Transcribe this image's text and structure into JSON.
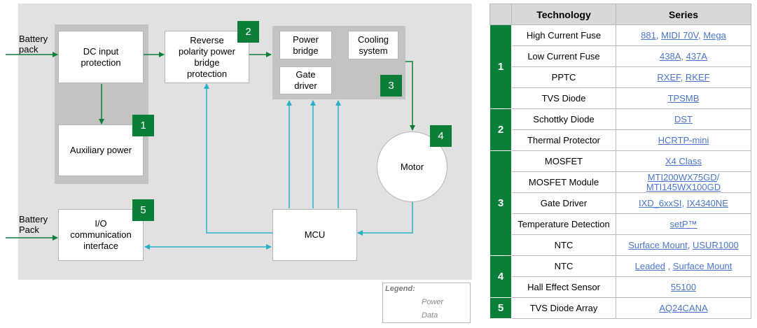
{
  "diagram": {
    "blocks": {
      "dc_input": "DC input\nprotection",
      "aux_power": "Auxiliary power",
      "reverse_polarity": "Reverse\npolarity power\nbridge\nprotection",
      "power_bridge": "Power\nbridge",
      "gate_driver": "Gate\ndriver",
      "cooling": "Cooling\nsystem",
      "motor": "Motor",
      "mcu": "MCU",
      "io_comm": "I/O\ncommunication\ninterface"
    },
    "inputs": {
      "battery_pack_1": "Battery\npack",
      "battery_pack_2": "Battery\nPack"
    },
    "badges": [
      "1",
      "2",
      "3",
      "4",
      "5"
    ],
    "legend": {
      "title": "Legend:",
      "power": "Power",
      "data": "Data",
      "power_color": "#0b7f3a",
      "data_color": "#2ab0c5"
    }
  },
  "table": {
    "headers": [
      "Technology",
      "Series"
    ],
    "accent_color": "#0b7f3a",
    "groups": [
      {
        "id": "1",
        "rows": [
          {
            "tech": "High Current Fuse",
            "series": [
              "881",
              "MIDI 70V",
              "Mega"
            ],
            "seps": [
              ", ",
              ", "
            ]
          },
          {
            "tech": "Low Current Fuse",
            "series": [
              "438A",
              "437A"
            ],
            "seps": [
              ", "
            ]
          },
          {
            "tech": "PPTC",
            "series": [
              "RXEF",
              "RKEF"
            ],
            "seps": [
              ", "
            ]
          },
          {
            "tech": "TVS Diode",
            "series": [
              "TPSMB"
            ],
            "seps": []
          }
        ]
      },
      {
        "id": "2",
        "rows": [
          {
            "tech": "Schottky Diode",
            "series": [
              "DST"
            ],
            "seps": []
          },
          {
            "tech": "Thermal Protector",
            "series": [
              "HCRTP-mini"
            ],
            "seps": []
          }
        ]
      },
      {
        "id": "3",
        "rows": [
          {
            "tech": "MOSFET",
            "series": [
              "X4 Class"
            ],
            "seps": []
          },
          {
            "tech": "MOSFET Module",
            "series": [
              "MTI200WX75GD",
              "MTI145WX100GD"
            ],
            "seps": [
              "/"
            ]
          },
          {
            "tech": "Gate Driver",
            "series": [
              "IXD_6xxSI",
              "IX4340NE"
            ],
            "seps": [
              ", "
            ]
          },
          {
            "tech": "Temperature Detection",
            "series": [
              "setP™"
            ],
            "seps": []
          },
          {
            "tech": "NTC",
            "series": [
              "Surface Mount",
              "USUR1000"
            ],
            "seps": [
              ", "
            ]
          }
        ]
      },
      {
        "id": "4",
        "rows": [
          {
            "tech": "NTC",
            "series": [
              "Leaded",
              "Surface Mount"
            ],
            "seps": [
              " , "
            ]
          },
          {
            "tech": "Hall Effect Sensor",
            "series": [
              "55100"
            ],
            "seps": []
          }
        ]
      },
      {
        "id": "5",
        "rows": [
          {
            "tech": "TVS Diode Array",
            "series": [
              "AQ24CANA"
            ],
            "seps": []
          }
        ]
      }
    ]
  }
}
